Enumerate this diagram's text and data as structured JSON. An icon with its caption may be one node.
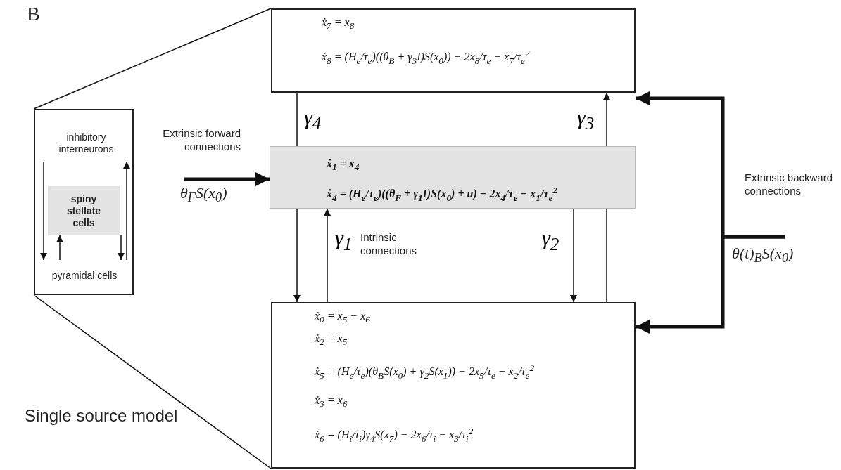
{
  "diagram": {
    "nodes": [
      {
        "text": [
          "ẋ$_{7}$ = x$_{8}$",
          "ẋ$_{8}$ = (H$_{e}$/τ$_{e}$)((θ$_{B}$ + γ$_{3}$I)S(x$_{0}$)) − 2x$_{8}$/τ$_{e}$ − x$_{7}$/τ$_{e}$$^{2}$"
        ]
      },
      {
        "text": [
          "ẋ$_{1}$ = x$_{4}$",
          "ẋ$_{4}$ = (H$_{e}$/τ$_{e}$)((θ$_{F}$ + γ$_{1}$I)S(x$_{0}$) + u) − 2x$_{4}$/τ$_{e}$ − x$_{1}$/τ$_{e}$$^{2}$"
        ]
      },
      {
        "text": [
          "ẋ$_{0}$ = x$_{5}$ − x$_{6}$",
          "ẋ$_{2}$ = x$_{5}$",
          "ẋ$_{5}$ = (H$_{e}$/τ$_{e}$)(θ$_{B}$S(x$_{0}$) + γ$_{2}$S(x$_{1}$)) − 2x$_{5}$/τ$_{e}$ − x$_{2}$/τ$_{e}$$^{2}$",
          "ẋ$_{3}$ = x$_{6}$",
          "ẋ$_{6}$ = (H$_{i}$/τ$_{i}$)γ$_{4}$S(x$_{7}$) − 2x$_{6}$/τ$_{i}$ − x$_{3}$/τ$_{i}$$^{2}$"
        ]
      },
      {
        "text": [],
        "shape": "box"
      },
      {
        "text": [
          "inhibitory interneurons"
        ],
        "in": 3
      },
      {
        "text": [
          "spiny stellate cells"
        ],
        "in": 3
      },
      {
        "text": [
          "pyramidal cells"
        ],
        "in": 3
      }
    ],
    "edges": [
      {
        "from": 3,
        "to": 0,
        "arrow": "none"
      },
      {
        "from": 3,
        "to": 2,
        "arrow": "none"
      },
      {
        "from": 4,
        "to": 6,
        "arrow": "to"
      },
      {
        "from": 6,
        "to": 4,
        "arrow": "to"
      },
      {
        "from": 6,
        "to": 5,
        "arrow": "to"
      },
      {
        "from": 5,
        "to": 6,
        "arrow": "to"
      },
      {
        "from": null,
        "to": 1,
        "arrow": "to",
        "style": "thick"
      },
      {
        "from": 0,
        "to": 1,
        "arrow": "none",
        "label": "γ$_{4}$"
      },
      {
        "from": 1,
        "to": 2,
        "arrow": "to"
      },
      {
        "from": 2,
        "to": 1,
        "arrow": "to",
        "label": "γ$_{1}$"
      },
      {
        "from": 1,
        "to": 2,
        "arrow": "to",
        "label": "γ$_{2}$"
      },
      {
        "from": 1,
        "to": 0,
        "arrow": "to",
        "label": "γ$_{3}$"
      },
      {
        "from": 2,
        "to": 1,
        "arrow": "none"
      },
      {
        "from": null,
        "to": 0,
        "arrow": "to",
        "style": "thick"
      },
      {
        "from": null,
        "to": 2,
        "arrow": "to",
        "style": "thick"
      }
    ],
    "labels": [
      "B",
      "Extrinsic forward connections",
      "θ$_{F}$S(x$_{0}$)",
      "Intrinsic connections",
      "Extrinsic backward connections",
      "θ(t)$_{B}$S(x$_{0}$)",
      "Single source model"
    ]
  }
}
